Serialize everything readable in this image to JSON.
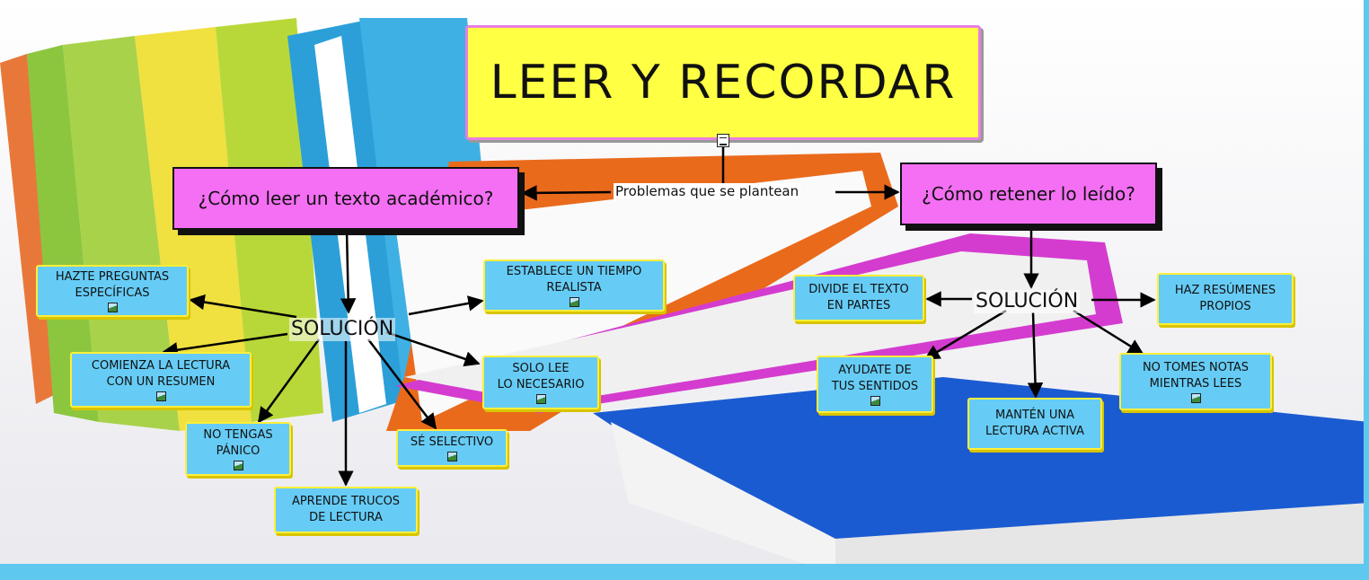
{
  "title": "LEER Y RECORDAR",
  "link_label": "Problemas que se plantean",
  "left_question": "¿Cómo leer un texto académico?",
  "right_question": "¿Cómo retener lo leído?",
  "left_solution": "SOLUCIÓN",
  "right_solution": "SOLUCIÓN",
  "left_items": [
    "HAZTE PREGUNTAS\nESPECÍFICAS",
    "COMIENZA LA LECTURA\nCON UN RESUMEN",
    "NO TENGAS\nPÁNICO",
    "APRENDE TRUCOS\nDE LECTURA",
    "SÉ SELECTIVO",
    "SOLO LEE\nLO NECESARIO",
    "ESTABLECE UN TIEMPO\nREALISTA"
  ],
  "right_items": [
    "DIVIDE EL TEXTO\nEN PARTES",
    "HAZ RESÚMENES\nPROPIOS",
    "AYUDATE DE\nTUS SENTIDOS",
    "MANTÉN UNA\nLECTURA ACTIVA",
    "NO TOMES NOTAS\nMIENTRAS LEES"
  ],
  "colors": {
    "title_fill": "#ffff44",
    "title_border": "#e77fe0",
    "question_fill": "#f46ff3",
    "leaf_fill": "#66ccf5",
    "leaf_border": "#ffef3a",
    "frame": "#5ec8ef"
  },
  "icons": [
    "document-icon",
    "image-icon"
  ]
}
